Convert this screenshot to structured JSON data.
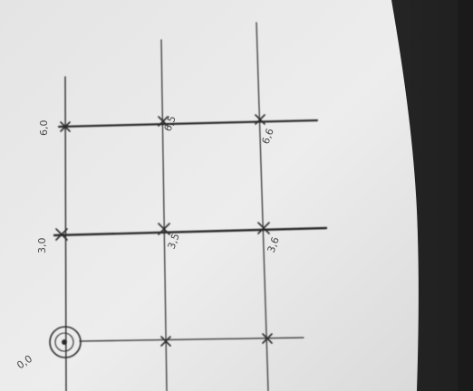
{
  "photo": {
    "paper_color": "#e9e9e9",
    "ink_color": "#2a2a2a",
    "background_color": "#2c2c2c"
  },
  "labels": {
    "top_left": "6,0",
    "top_mid": "6,5",
    "top_right": "6,6",
    "mid_left": "3,0",
    "mid_mid": "3,5",
    "mid_right": "3,6",
    "origin": "0,0"
  }
}
